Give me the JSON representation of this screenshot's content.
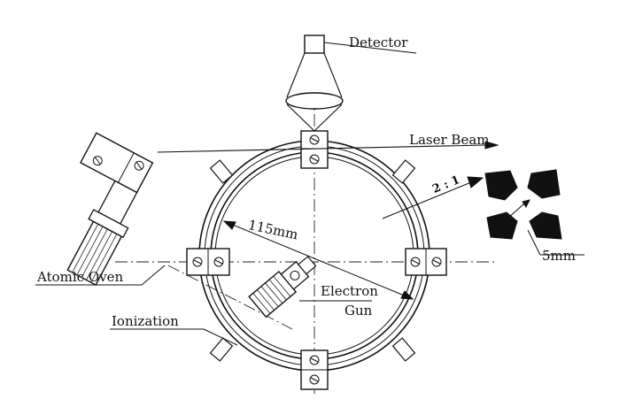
{
  "labels": {
    "detector": "Detector",
    "laser_beam": "Laser Beam",
    "ratio": "2 : 1",
    "radius": "115mm",
    "electron": "Electron",
    "gun": "Gun",
    "atomic_oven": "Atomic Oven",
    "ionization": "Ionization",
    "gap": "5mm"
  },
  "colors": {
    "ink": "#111111",
    "paper": "#ffffff"
  }
}
